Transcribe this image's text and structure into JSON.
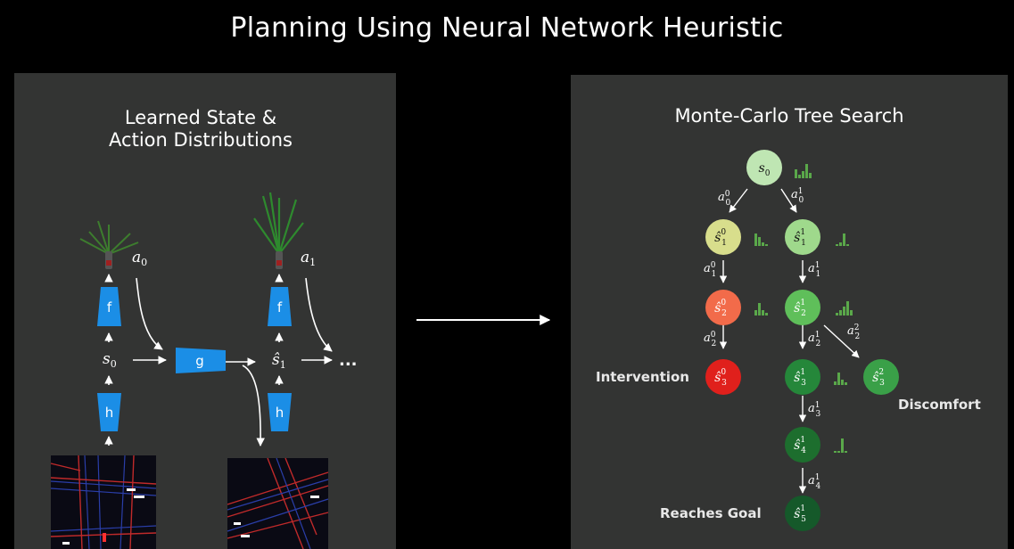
{
  "title": "Planning Using Neural Network Heuristic",
  "left_panel": {
    "title_line1": "Learned State &",
    "title_line2": "Action Distributions",
    "block_f": "f",
    "block_g": "g",
    "block_h": "h",
    "label_s0": "s",
    "label_s0_sub": "0",
    "label_s1": "ŝ",
    "label_s1_sub": "1",
    "label_a0": "a",
    "label_a0_sub": "0",
    "label_a1": "a",
    "label_a1_sub": "1",
    "ellipsis": "..."
  },
  "right_panel": {
    "title": "Monte-Carlo Tree Search",
    "labels": {
      "intervention": "Intervention",
      "discomfort": "Discomfort",
      "reaches_goal": "Reaches Goal"
    },
    "nodes": [
      {
        "id": "s0",
        "base": "s",
        "hat": false,
        "sup": "",
        "sub": "0",
        "color": "#bfe6b3"
      },
      {
        "id": "s1_0",
        "base": "s",
        "hat": true,
        "sup": "0",
        "sub": "1",
        "color": "#d8de8c"
      },
      {
        "id": "s1_1",
        "base": "s",
        "hat": true,
        "sup": "1",
        "sub": "1",
        "color": "#9fd98c"
      },
      {
        "id": "s2_0",
        "base": "s",
        "hat": true,
        "sup": "0",
        "sub": "2",
        "color": "#f26b4a"
      },
      {
        "id": "s2_1",
        "base": "s",
        "hat": true,
        "sup": "1",
        "sub": "2",
        "color": "#5fbf5a"
      },
      {
        "id": "s3_0",
        "base": "s",
        "hat": true,
        "sup": "0",
        "sub": "3",
        "color": "#e0201c"
      },
      {
        "id": "s3_1",
        "base": "s",
        "hat": true,
        "sup": "1",
        "sub": "3",
        "color": "#25873a"
      },
      {
        "id": "s3_2",
        "base": "s",
        "hat": true,
        "sup": "2",
        "sub": "3",
        "color": "#3aa048"
      },
      {
        "id": "s4_1",
        "base": "s",
        "hat": true,
        "sup": "1",
        "sub": "4",
        "color": "#1d6e2e"
      },
      {
        "id": "s5_1",
        "base": "s",
        "hat": true,
        "sup": "1",
        "sub": "5",
        "color": "#15592a"
      }
    ],
    "edges": [
      {
        "label": "a",
        "sup": "0",
        "sub": "0"
      },
      {
        "label": "a",
        "sup": "1",
        "sub": "0"
      },
      {
        "label": "a",
        "sup": "0",
        "sub": "1"
      },
      {
        "label": "a",
        "sup": "1",
        "sub": "1"
      },
      {
        "label": "a",
        "sup": "0",
        "sub": "2"
      },
      {
        "label": "a",
        "sup": "1",
        "sub": "2"
      },
      {
        "label": "a",
        "sup": "2",
        "sub": "2"
      },
      {
        "label": "a",
        "sup": "1",
        "sub": "3"
      },
      {
        "label": "a",
        "sup": "1",
        "sub": "4"
      }
    ]
  },
  "colors": {
    "block": "#1b8ee6",
    "bars": "#5aa84a",
    "arrow": "#ffffff",
    "panel": "#333433"
  }
}
